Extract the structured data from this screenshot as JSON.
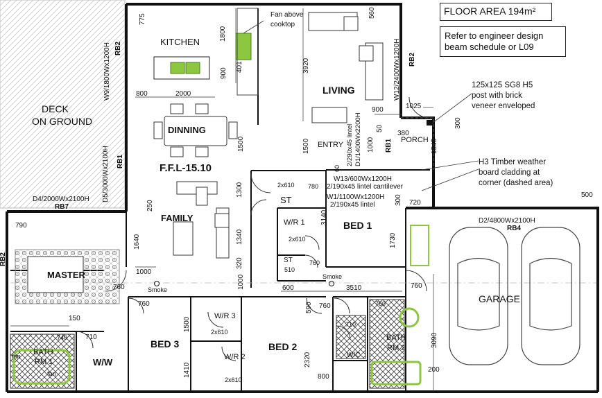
{
  "notes": {
    "floor_area": "FLOOR AREA 194m²",
    "engineer": [
      "Refer to engineer design",
      "beam schedule or L09"
    ],
    "post": [
      "125x125 SG8 H5",
      "post with brick",
      "veneer enveloped"
    ],
    "cladding": [
      "H3 Timber weather",
      "board cladding at",
      "corner (dashed area)"
    ],
    "fan_cooktop": [
      "Fan above",
      "cooktop"
    ]
  },
  "rooms": {
    "kitchen": "KITCHEN",
    "deck": [
      "DECK",
      "ON GROUND"
    ],
    "dinning": "DINNING",
    "ffl": "F.F.L-15.10",
    "family": "FAMILY",
    "living": "LIVING",
    "entry": "ENTRY",
    "porch": "PORCH",
    "st": "ST",
    "st2": "ST",
    "wr1": "W/R 1",
    "bed1": "BED 1",
    "master": "MASTER",
    "garage": "GARAGE",
    "bed3": "BED 3",
    "bed2": "BED 2",
    "wr3": "W/R 3",
    "wr2": "W/R 2",
    "ww": "W/W",
    "bath1": [
      "BATH",
      "RM 1"
    ],
    "bath2": [
      "BATH",
      "RM 2"
    ],
    "wc": "W/C",
    "fan": "fan",
    "fan2": "fan",
    "smoke1": "Smoke",
    "smoke2": "Smoke"
  },
  "openings": {
    "w9": "W9/1800Wx1200H",
    "w12": "W12/2400Wx1200H",
    "d5": "D5/3000Wx2100H",
    "d4": "D4/2000Wx2100H",
    "d1": "D1/1400Wx2200H",
    "lintel_d1": "2/290x45 lintel",
    "w13": "W13/600Wx1200H",
    "w13_lintel": "2/190x45 lintel cantilever",
    "w1": "W1/1100Wx1200H",
    "w1_lintel": "2/190x45 lintel",
    "d2": "D2/4800Wx2100H"
  },
  "beams": {
    "rb2a": "RB2",
    "rb2b": "RB2",
    "rb1": "RB1",
    "rb7": "RB7",
    "rb1b": "RB1",
    "rb4": "RB4",
    "rb2c": "RB2"
  },
  "dims": {
    "d775": "775",
    "d1800": "1800",
    "d900a": "900",
    "d401": "401",
    "d3920": "3920",
    "d560": "560",
    "d800a": "800",
    "d2000": "2000",
    "d900b": "900",
    "d1025": "1025",
    "d300a": "300",
    "d50": "50",
    "d380": "380",
    "d1000a": "1000",
    "d1545": "1545",
    "d1500a": "1500",
    "d1500b": "1500",
    "d2x610a": "2x610",
    "d780": "780",
    "d60": "60",
    "d1300": "1300",
    "d250": "250",
    "d3140": "3140",
    "d720": "720",
    "d300b": "300",
    "d500": "500",
    "d790": "790",
    "d1640": "1640",
    "d1340": "1340",
    "d2x610b": "2x610",
    "d1730": "1730",
    "d510": "510",
    "d760a": "760",
    "d1000b": "1000",
    "d320": "320",
    "d760b": "760",
    "d600": "600",
    "d3510": "3510",
    "d760c": "760",
    "d1000c": "1000",
    "d760d": "760",
    "d760e": "760",
    "d590": "590",
    "d760f": "760",
    "d710a": "710",
    "d150": "150",
    "d740": "740",
    "d710b": "710",
    "d1500c": "1500",
    "d2x610c": "2x610",
    "d2x610d": "2x610",
    "d1410": "1410",
    "d2320": "2320",
    "d800b": "800",
    "d3090": "3090",
    "d200": "200"
  },
  "colors": {
    "wall": "#111111",
    "green": "#8dc63f",
    "hatch": "#333333",
    "grey": "#999999"
  }
}
